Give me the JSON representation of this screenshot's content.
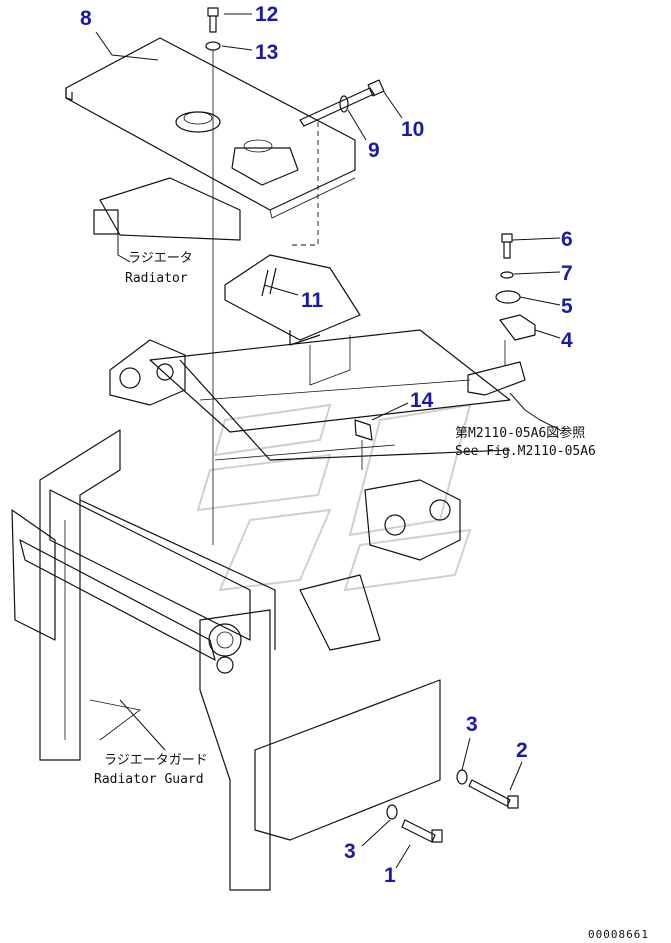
{
  "callouts": {
    "c1": "1",
    "c2": "2",
    "c3a": "3",
    "c3b": "3",
    "c4": "4",
    "c5": "5",
    "c6": "6",
    "c7": "7",
    "c8": "8",
    "c9": "9",
    "c10": "10",
    "c11": "11",
    "c12": "12",
    "c13": "13",
    "c14": "14"
  },
  "labels": {
    "radiator_jp": "ラジエータ",
    "radiator_en": "Radiator",
    "guard_jp": "ラジエータガード",
    "guard_en": "Radiator Guard",
    "ref_jp": "第M2110-05A6図参照",
    "ref_en": "See Fig.M2110-05A6"
  },
  "drawing_code": "00008661",
  "colors": {
    "callout": "#1a1aa8",
    "line": "#111111"
  }
}
